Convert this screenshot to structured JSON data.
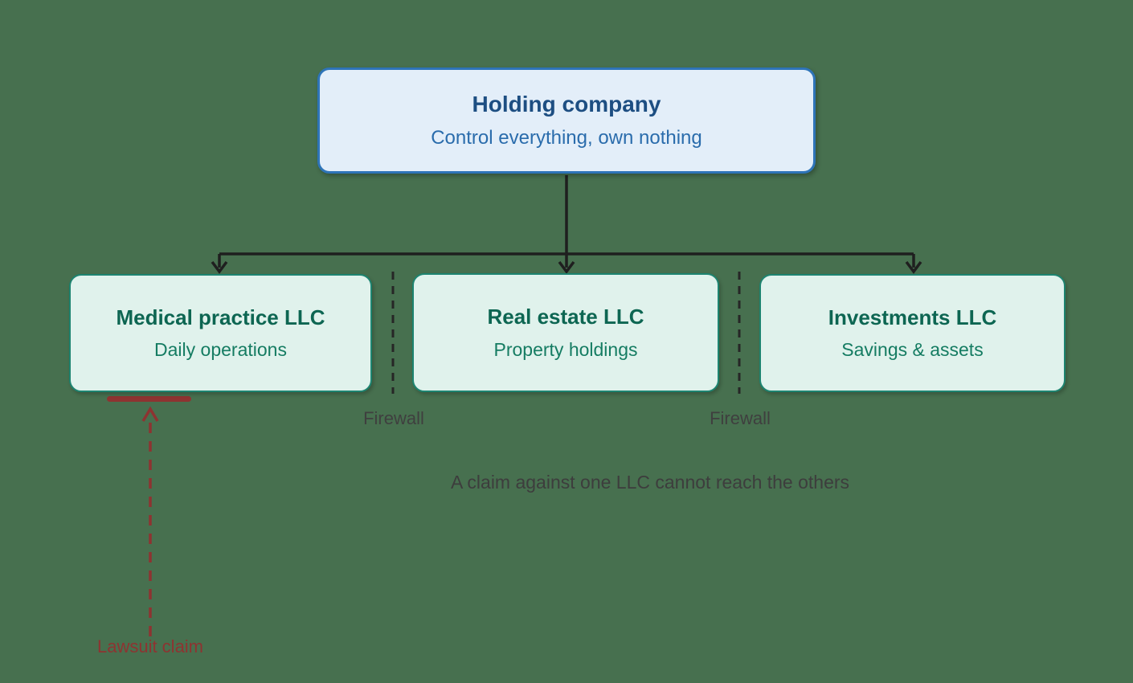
{
  "diagram": {
    "background_color": "#47704F",
    "holding": {
      "title": "Holding company",
      "subtitle": "Control everything, own nothing",
      "fill": "#e3eef9",
      "border_color": "#2e74b8",
      "title_color": "#1d4e82",
      "subtitle_color": "#2a6cac"
    },
    "subsidiaries": [
      {
        "id": "medical-practice-llc",
        "title": "Medical practice LLC",
        "subtitle": "Daily operations"
      },
      {
        "id": "real-estate-llc",
        "title": "Real estate LLC",
        "subtitle": "Property holdings"
      },
      {
        "id": "investments-llc",
        "title": "Investments LLC",
        "subtitle": "Savings & assets"
      }
    ],
    "subsidiary_style": {
      "fill": "#e0f2ec",
      "border_color": "#1d8470",
      "title_color": "#0d6652",
      "subtitle_color": "#157c62"
    },
    "firewalls": [
      {
        "label": "Firewall"
      },
      {
        "label": "Firewall"
      }
    ],
    "caption": "A claim against one LLC cannot reach the others",
    "lawsuit": {
      "label": "Lawsuit claim",
      "color": "#8e3331"
    },
    "connector_color": "#1f1f1f",
    "firewall_line_color": "#262626",
    "label_color": "#3d3d3d"
  }
}
